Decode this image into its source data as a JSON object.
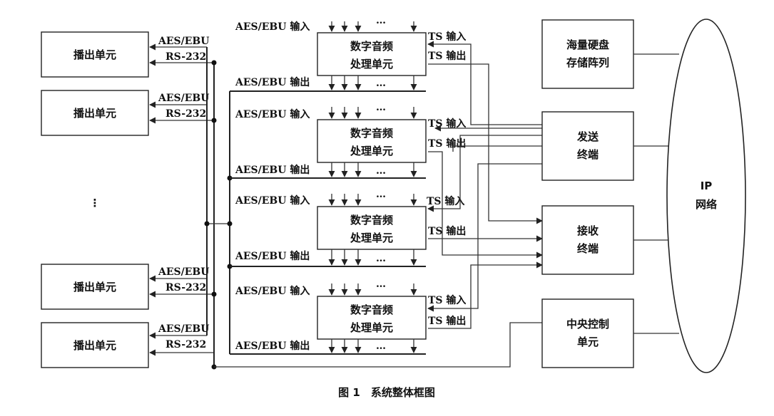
{
  "playout_units": [
    {
      "label": "播出单元"
    },
    {
      "label": "播出单元"
    },
    {
      "label": "播出单元"
    },
    {
      "label": "播出单元"
    }
  ],
  "playout_ellipsis": "⋮",
  "dsp_units": [
    {
      "line1": "数字音频",
      "line2": "处理单元"
    },
    {
      "line1": "数字音频",
      "line2": "处理单元"
    },
    {
      "line1": "数字音频",
      "line2": "处理单元"
    },
    {
      "line1": "数字音频",
      "line2": "处理单元"
    }
  ],
  "labels": {
    "aes_ebu": "AES/EBU",
    "rs232": "RS-232",
    "aes_in": "AES/EBU 输入",
    "aes_out": "AES/EBU 输出",
    "ts_in": "TS 输入",
    "ts_out": "TS 输出",
    "dots": "…"
  },
  "storage": {
    "line1": "海量硬盘",
    "line2": "存储阵列"
  },
  "sender": {
    "line1": "发送",
    "line2": "终端"
  },
  "receiver": {
    "line1": "接收",
    "line2": "终端"
  },
  "control": {
    "line1": "中央控制",
    "line2": "单元"
  },
  "network": {
    "line1": "IP",
    "line2": "网络"
  },
  "caption": "图 1　系统整体框图"
}
